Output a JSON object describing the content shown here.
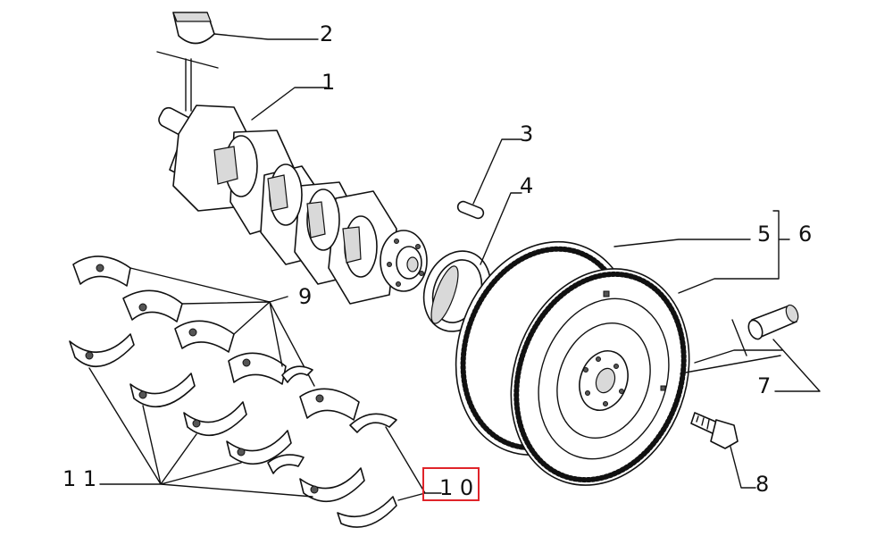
{
  "callouts": {
    "c1": "1",
    "c2": "2",
    "c3": "3",
    "c4": "4",
    "c5": "5",
    "c6": "6",
    "c7": "7",
    "c8": "8",
    "c9": "9",
    "c10": "1 0",
    "c11": "1 1"
  },
  "highlight": {
    "target": "1 0",
    "color": "#e0242a"
  }
}
